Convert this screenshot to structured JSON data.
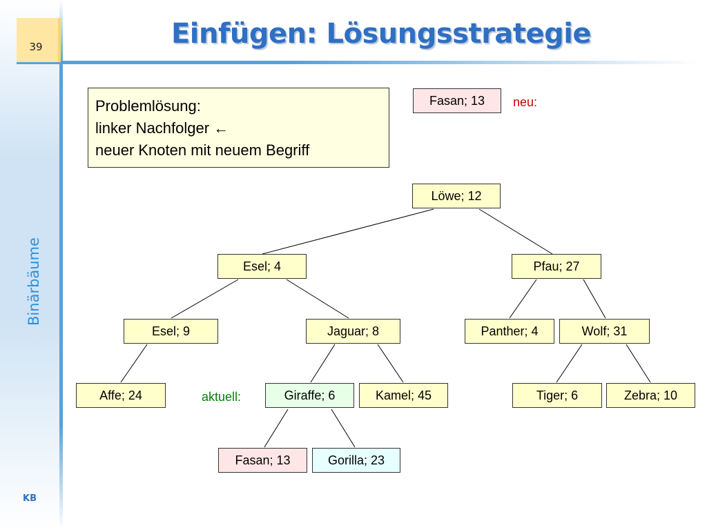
{
  "slide": {
    "page_number": "39",
    "title": "Einfügen: Lösungsstrategie",
    "side_label": "Binärbäume",
    "author": "KB"
  },
  "problem": {
    "line1": "Problemlösung:",
    "line2": "linker Nachfolger ←",
    "line3": "neuer Knoten mit neuem Begriff"
  },
  "new_item": {
    "label": "neu:",
    "node": "Fasan; 13"
  },
  "current_label": "aktuell:",
  "tree": {
    "root": "Löwe; 12",
    "l": "Esel; 4",
    "r": "Pfau; 27",
    "ll": "Esel; 9",
    "lr": "Jaguar; 8",
    "rl": "Panther; 4",
    "rr": "Wolf; 31",
    "lll": "Affe; 24",
    "lrl": "Giraffe; 6",
    "lrr": "Kamel; 45",
    "rrl": "Tiger; 6",
    "rrr": "Zebra; 10",
    "lrll": "Fasan; 13",
    "lrlr": "Gorilla; 23"
  }
}
